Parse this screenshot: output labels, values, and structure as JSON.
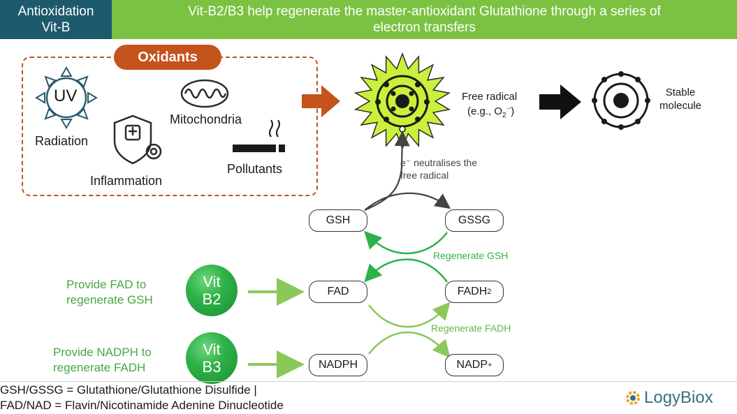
{
  "header": {
    "left_line1": "Antioxidation",
    "left_line2": "Vit-B",
    "title_line1": "Vit-B2/B3 help regenerate the master-antioxidant Glutathione through a series of",
    "title_line2": "electron transfers"
  },
  "oxidants": {
    "title": "Oxidants",
    "uv_text": "UV",
    "radiation": "Radiation",
    "mitochondria": "Mitochondria",
    "inflammation": "Inflammation",
    "pollutants": "Pollutants"
  },
  "radical": {
    "free_radical_label": "Free radical",
    "example_prefix": "(e.g., O",
    "example_sub": "2",
    "example_sup": "·-",
    "example_suffix": ")",
    "stable_line1": "Stable",
    "stable_line2": "molecule",
    "electron_note_line1": "e⁻ neutralises the",
    "electron_note_line2": "free radical"
  },
  "cycle": {
    "gsh": "GSH",
    "gssg": "GSSG",
    "fad": "FAD",
    "fadh_base": "FADH",
    "fadh_sub": "2",
    "nadph": "NADPH",
    "nadp_base": "NADP",
    "nadp_sup": "+",
    "regen_gsh": "Regenerate GSH",
    "regen_fadh": "Regenerate FADH"
  },
  "vitamins": {
    "b2_line1": "Vit",
    "b2_line2": "B2",
    "b3_line1": "Vit",
    "b3_line2": "B3",
    "b2_desc_line1": "Provide FAD to",
    "b2_desc_line2": "regenerate GSH",
    "b3_desc_line1": "Provide NADPH to",
    "b3_desc_line2": "regenerate FADH"
  },
  "footer": {
    "line1": "GSH/GSSG = Glutathione/Glutathione Disulfide |",
    "line2": "FAD/NAD = Flavin/Nicotinamide Adenine Dinucleotide"
  },
  "brand": {
    "name": "LogyBiox"
  },
  "colors": {
    "header_left": "#1e5a6e",
    "header_right": "#7cc242",
    "oxidant": "#c4531c",
    "dark_green": "#2fb14a",
    "light_green": "#8cc759",
    "radical_fill": "#c9f03a"
  }
}
